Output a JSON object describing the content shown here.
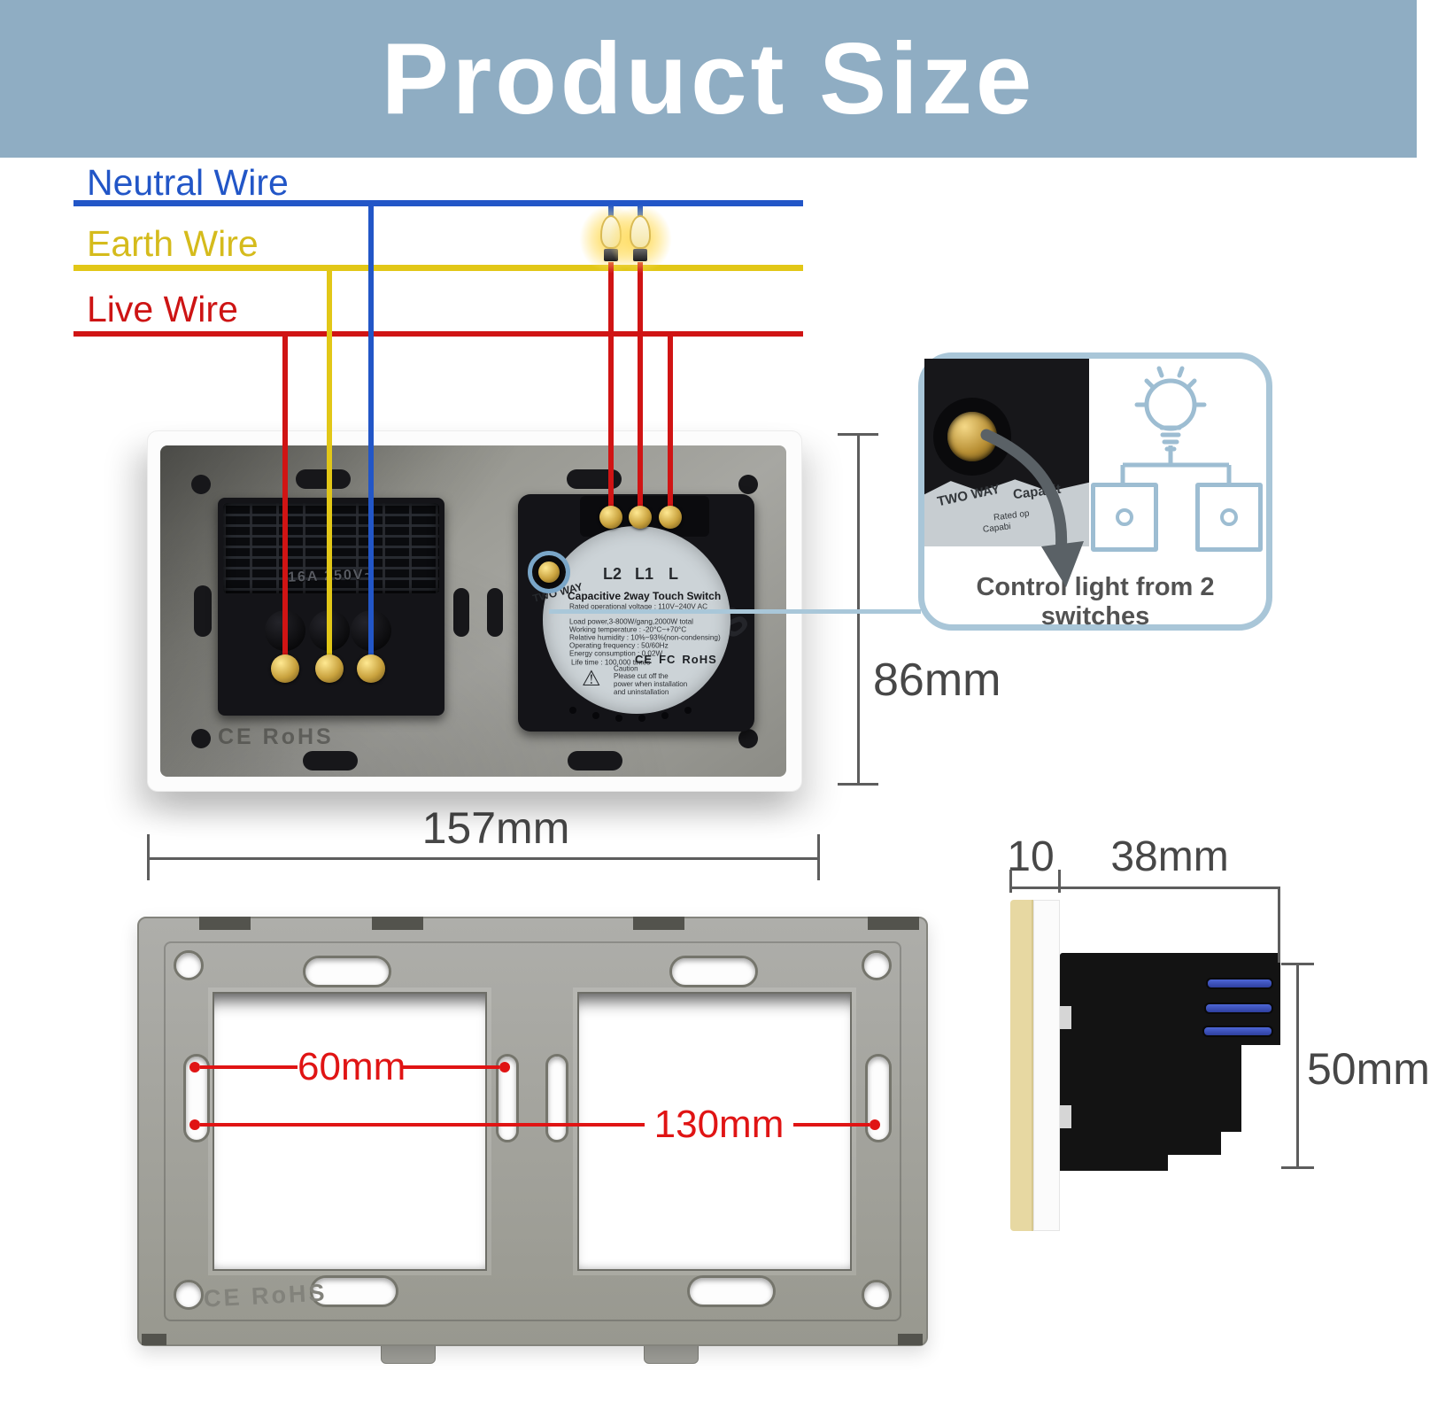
{
  "header": {
    "title": "Product Size",
    "band_color": "#8fadc3"
  },
  "wiring": {
    "neutral_label": "Neutral Wire",
    "neutral_color": "#2256c7",
    "earth_label": "Earth Wire",
    "earth_color": "#e2c717",
    "live_label": "Live Wire",
    "live_color": "#d01414"
  },
  "socket": {
    "rating": "16A 250V~"
  },
  "plate": {
    "mark": "CE RoHS"
  },
  "switch": {
    "terminals": [
      "L2",
      "L1",
      "L"
    ],
    "two_way": "TWO WAY",
    "name": "Capacitive 2way Touch Switch",
    "specs": [
      "Rated operational voltage :  110V~240V  AC",
      "Load power,3-800W/gang,2000W total",
      "Working temperature :  -20°C~+70°C",
      "Relative humidity :  10%~93%(non-condensing)",
      "Operating frequency :  50/60Hz",
      "Energy consumption :  0.02W",
      "Life time :  100,000 times"
    ],
    "certs": [
      "CE",
      "FC",
      "RoHS"
    ],
    "warning_icon": "⚠",
    "caution_title": "Caution",
    "caution_lines": [
      "Please cut off the",
      "power when installation",
      "and uninstallation"
    ],
    "embossed": "RoHS"
  },
  "callout": {
    "caption": "Control light from 2 switches",
    "photo_texts": [
      "TWO WAY",
      "Capacit",
      "Rated op",
      "Capabi"
    ],
    "border_color": "#a9c6d8"
  },
  "dims": {
    "height": "86mm",
    "width": "157mm",
    "spacing_small": "60mm",
    "spacing_large": "130mm",
    "glass_depth": "10",
    "body_depth": "38mm",
    "side_height": "50mm"
  },
  "frame": {
    "mark": "CE RoHS"
  }
}
